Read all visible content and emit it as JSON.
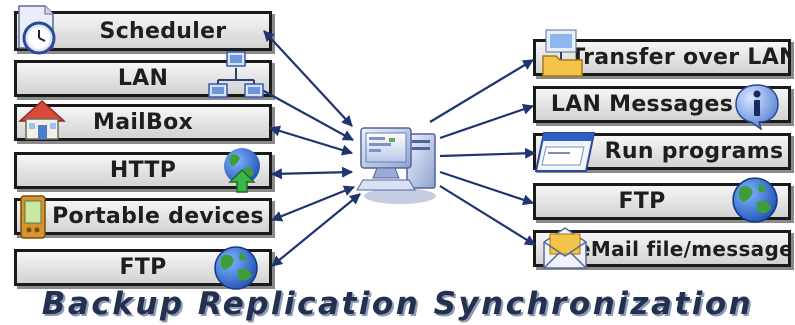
{
  "colors": {
    "arrow": "#1f3470",
    "box_border": "#1a1a1a",
    "banner": "#23314f"
  },
  "sources": [
    {
      "label": "Scheduler",
      "icon": "scheduler-clock-icon"
    },
    {
      "label": "LAN",
      "icon": "network-computers-icon"
    },
    {
      "label": "MailBox",
      "icon": "mailbox-house-icon"
    },
    {
      "label": "HTTP",
      "icon": "globe-upload-icon"
    },
    {
      "label": "Portable devices",
      "icon": "pda-device-icon"
    },
    {
      "label": "FTP",
      "icon": "globe-icon"
    }
  ],
  "hub": {
    "icon": "computer-icon"
  },
  "targets": [
    {
      "label": "Transfer over LAN",
      "icon": "network-folder-icon"
    },
    {
      "label": "LAN Messages",
      "icon": "info-icon"
    },
    {
      "label": "Run programs",
      "icon": "program-window-icon"
    },
    {
      "label": "FTP",
      "icon": "globe-icon"
    },
    {
      "label": "eMail file/message",
      "icon": "envelope-icon"
    }
  ],
  "banner": "Backup Replication Synchronization"
}
